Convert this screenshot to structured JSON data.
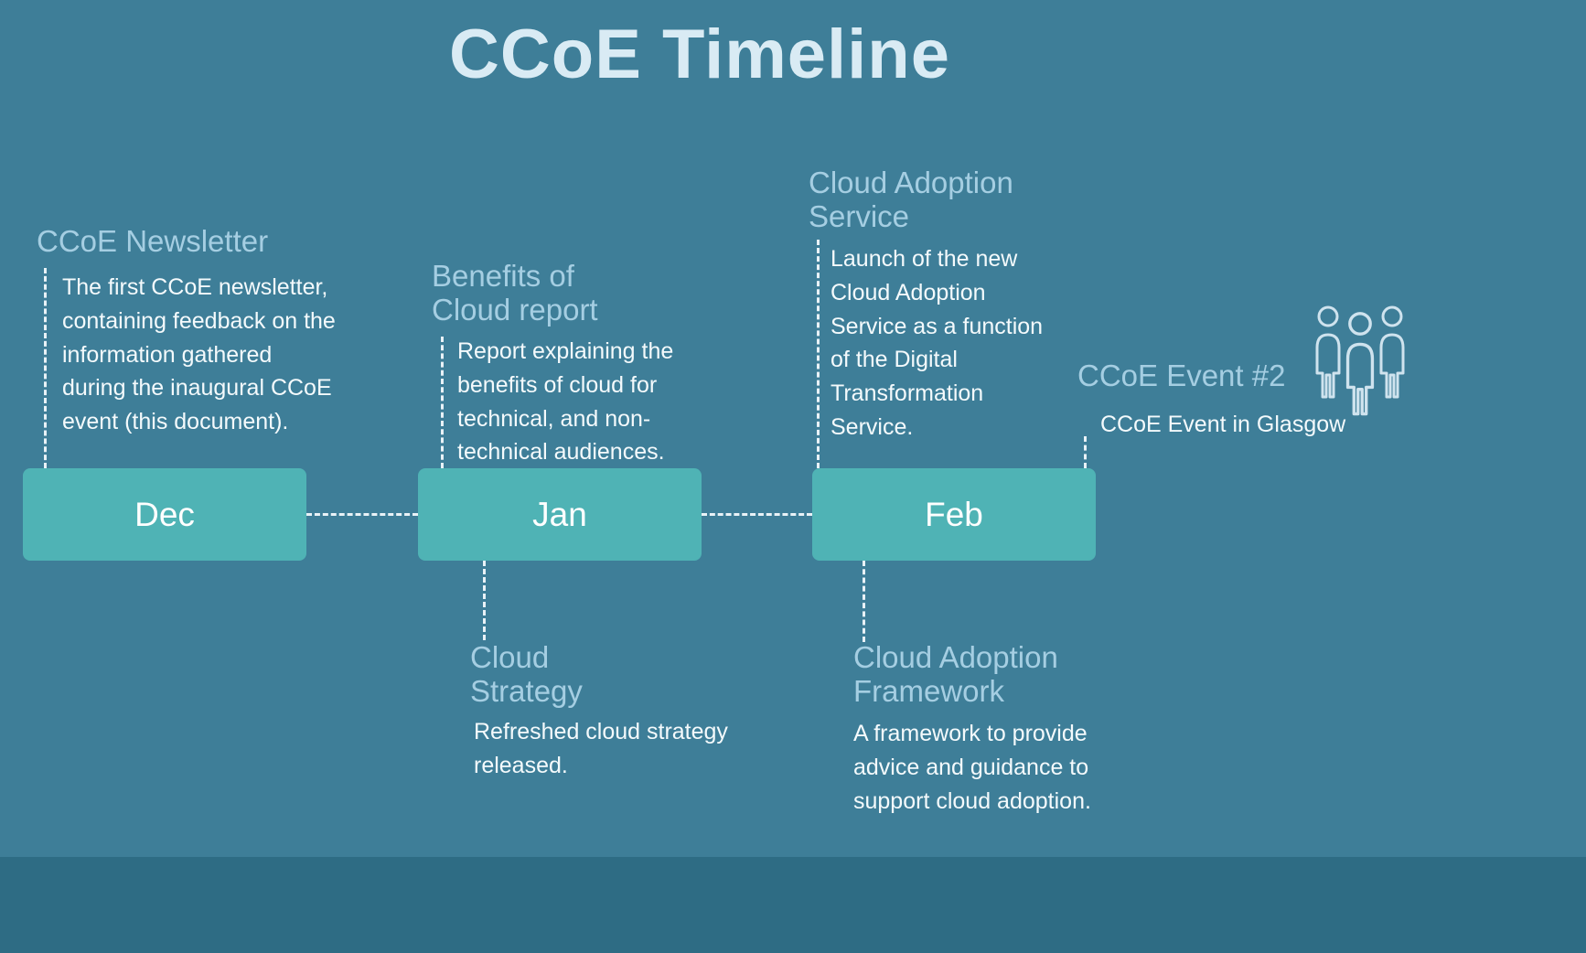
{
  "title": "CCoE Timeline",
  "colors": {
    "background": "#3E7E98",
    "month_box": "#4FB3B5",
    "heading": "#A5CEE2",
    "body_text": "#F4FAFC",
    "footer_bar": "#2E6C84",
    "dashed_line": "#E9F2F7"
  },
  "months": {
    "dec": "Dec",
    "jan": "Jan",
    "feb": "Feb"
  },
  "events": {
    "newsletter": {
      "title": "CCoE Newsletter",
      "body": "The first CCoE newsletter,\ncontaining feedback on the\ninformation gathered\nduring the inaugural CCoE\nevent (this document)."
    },
    "benefits": {
      "title": "Benefits of\nCloud report",
      "body": "Report explaining the\nbenefits of cloud for\ntechnical, and non-\ntechnical audiences."
    },
    "adoption_service": {
      "title": "Cloud Adoption\nService",
      "body": "Launch of the new\nCloud Adoption\nService as a function\nof the Digital\nTransformation\nService."
    },
    "event2": {
      "title": "CCoE Event #2",
      "body": "CCoE Event in Glasgow",
      "icon": "people-group-icon"
    },
    "strategy": {
      "title": "Cloud\nStrategy",
      "body": "Refreshed cloud strategy\nreleased."
    },
    "framework": {
      "title": "Cloud Adoption\nFramework",
      "body": "A framework to provide\nadvice and guidance to\nsupport cloud adoption."
    }
  }
}
